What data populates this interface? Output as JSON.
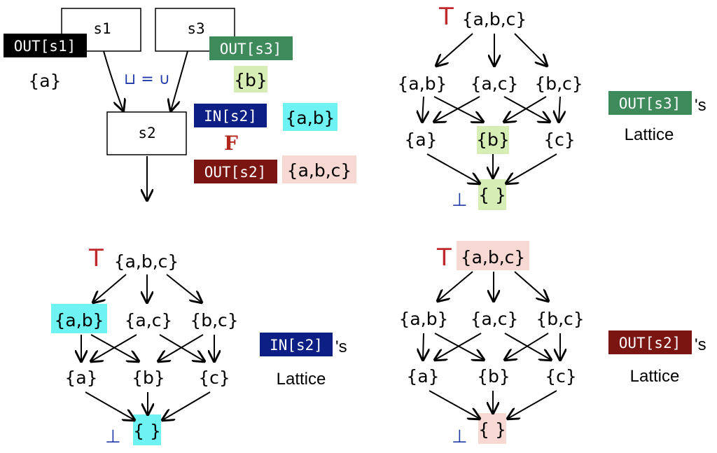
{
  "colors": {
    "out_s1_tag": "#000000",
    "out_s3_tag": "#3f8a5a",
    "in_s2_tag": "#0d1f84",
    "out_s2_tag": "#7a1512",
    "green_highlight": "#d6edb6",
    "cyan_highlight": "#6ef2f2",
    "pink_highlight": "#f7d8d2",
    "top_color": "#c0282c",
    "bottom_color": "#1f3aa8"
  },
  "cfg": {
    "s1": "s1",
    "s2": "s2",
    "s3": "s3",
    "out_s1_tag": "OUT[s1]",
    "out_s1_value": "{a}",
    "out_s3_tag": "OUT[s3]",
    "out_s3_value": "{b}",
    "join": "⊔ = ∪",
    "in_s2_tag": "IN[s2]",
    "in_s2_value": "{a,b}",
    "transfer": "F",
    "out_s2_tag": "OUT[s2]",
    "out_s2_value": "{a,b,c}"
  },
  "lattice": {
    "top_symbol": "T",
    "bottom_symbol": "⊥",
    "top": "{a,b,c}",
    "ab": "{a,b}",
    "ac": "{a,c}",
    "bc": "{b,c}",
    "a": "{a}",
    "b": "{b}",
    "c": "{c}",
    "empty": "{ }"
  },
  "lattices": {
    "out_s3": {
      "tag": "OUT[s3]",
      "suffix": "'s",
      "caption": "Lattice"
    },
    "in_s2": {
      "tag": "IN[s2]",
      "suffix": "'s",
      "caption": "Lattice"
    },
    "out_s2": {
      "tag": "OUT[s2]",
      "suffix": "'s",
      "caption": "Lattice"
    }
  }
}
